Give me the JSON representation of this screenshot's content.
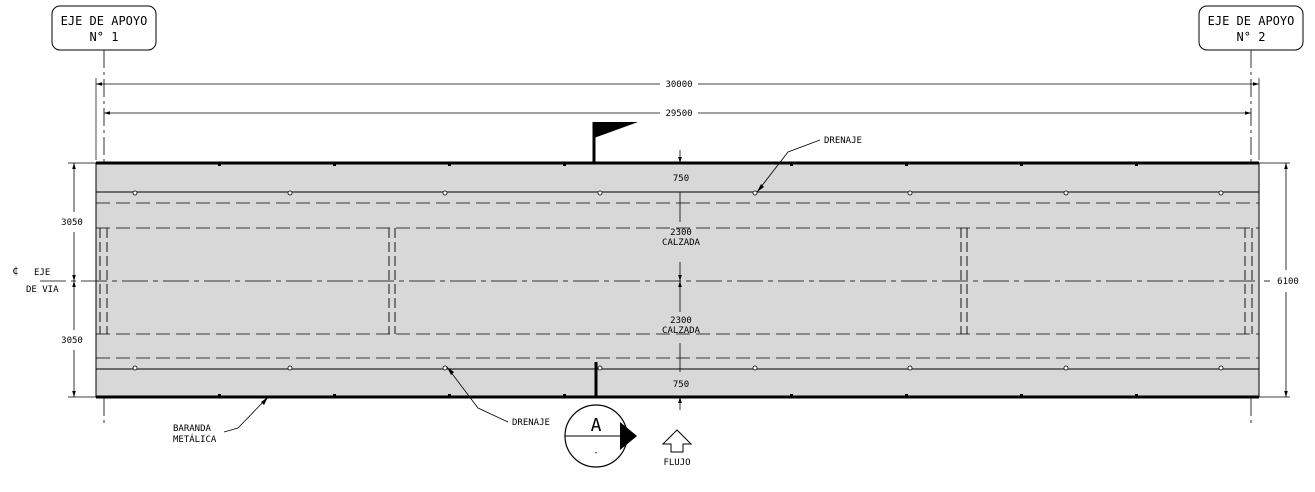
{
  "support_axis_left": {
    "line1": "EJE DE APOYO",
    "line2": "N° 1"
  },
  "support_axis_right": {
    "line1": "EJE DE APOYO",
    "line2": "N° 2"
  },
  "dims": {
    "total_length": "30000",
    "span_length": "29500",
    "sidewalk_top": "750",
    "lane_top": "2300",
    "lane_top_label": "CALZADA",
    "lane_bottom": "2300",
    "lane_bottom_label": "CALZADA",
    "sidewalk_bottom": "750",
    "half_width_top": "3050",
    "half_width_bottom": "3050",
    "total_width": "6100"
  },
  "labels": {
    "drain_top": "DRENAJE",
    "drain_bottom": "DRENAJE",
    "railing_line1": "BARANDA",
    "railing_line2": "METÁLICA",
    "road_axis_symbol": "¢",
    "road_axis_line1": "EJE",
    "road_axis_line2": "DE VIA",
    "flow": "FLUJO"
  },
  "section_marker": {
    "letter": "A",
    "sheet": "-"
  },
  "colors": {
    "deck_fill": "#d8d8d8",
    "line": "#000000"
  }
}
